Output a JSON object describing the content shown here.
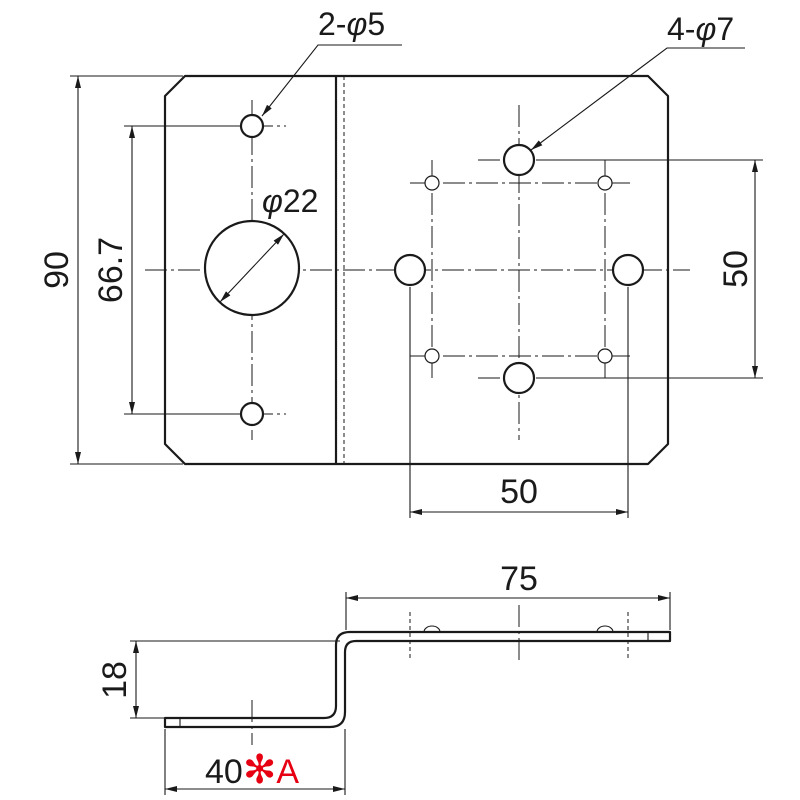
{
  "callouts": {
    "small_holes": {
      "count": "2-",
      "symbol": "φ",
      "size": "5"
    },
    "bolt_holes": {
      "count": "4-",
      "symbol": "φ",
      "size": "7"
    },
    "large_hole": {
      "symbol": "φ",
      "size": "22"
    }
  },
  "dimensions": {
    "overall_height": "90",
    "small_hole_pitch": "66.7",
    "bolt_pitch_vertical": "50",
    "bolt_pitch_horizontal": "50",
    "side_length": "75",
    "side_offset": "18",
    "side_flange": {
      "value": "40",
      "mark": "✻",
      "suffix": "A"
    }
  },
  "colors": {
    "line": "#1a1a1a",
    "accent_mark": "#e60012",
    "background": "#ffffff"
  }
}
